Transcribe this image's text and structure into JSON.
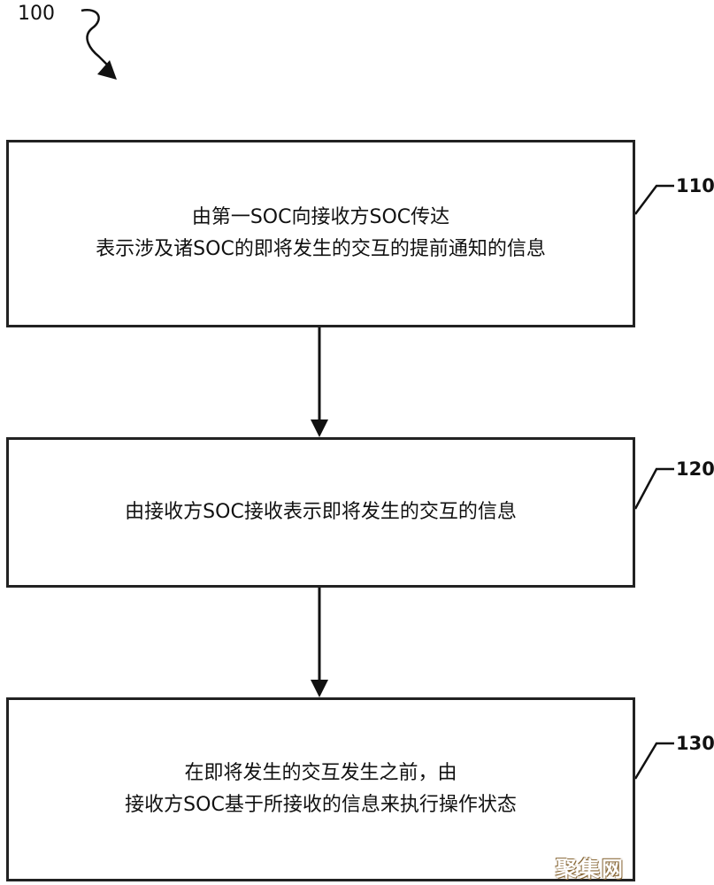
{
  "figure": {
    "label": "100"
  },
  "steps": [
    {
      "id": "110",
      "lines": [
        "由第一SOC向接收方SOC传达",
        "表示涉及诸SOC的即将发生的交互的提前通知的信息"
      ]
    },
    {
      "id": "120",
      "lines": [
        "由接收方SOC接收表示即将发生的交互的信息"
      ]
    },
    {
      "id": "130",
      "lines": [
        "在即将发生的交互发生之前，由",
        "接收方SOC基于所接收的信息来执行操作状态"
      ]
    }
  ],
  "watermark": "聚集网",
  "colors": {
    "stroke": "#222222",
    "text": "#111111"
  }
}
